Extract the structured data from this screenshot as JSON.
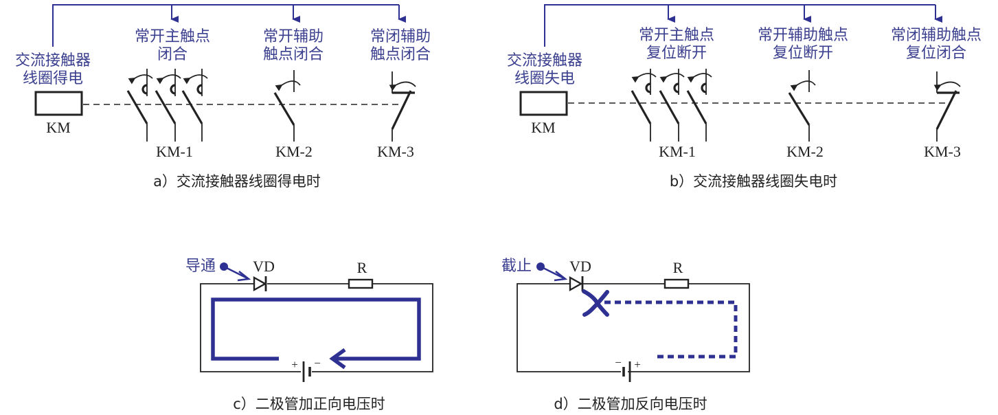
{
  "colors": {
    "accent_blue": "#2e3192",
    "label_blue": "#3b3f8f",
    "line_black": "#222222"
  },
  "panel_a": {
    "coil_label": [
      "交流接触器",
      "线圈得电"
    ],
    "coil_name": "KM",
    "contact_labels": [
      [
        "常开主触点",
        "闭合"
      ],
      [
        "常开辅助",
        "触点闭合"
      ],
      [
        "常闭辅助",
        "触点闭合"
      ]
    ],
    "contact_names": [
      "KM-1",
      "KM-2",
      "KM-3"
    ],
    "caption": "a）交流接触器线圈得电时"
  },
  "panel_b": {
    "coil_label": [
      "交流接触器",
      "线圈失电"
    ],
    "coil_name": "KM",
    "contact_labels": [
      [
        "常开主触点",
        "复位断开"
      ],
      [
        "常开辅助触点",
        "复位断开"
      ],
      [
        "常闭辅助触点",
        "复位闭合"
      ]
    ],
    "contact_names": [
      "KM-1",
      "KM-2",
      "KM-3"
    ],
    "caption": "b）交流接触器线圈失电时"
  },
  "panel_c": {
    "state_label": "导通",
    "diode_label": "VD",
    "resistor_label": "R",
    "battery_plus": "+",
    "battery_minus": "−",
    "caption": "c）二极管加正向电压时"
  },
  "panel_d": {
    "state_label": "截止",
    "diode_label": "VD",
    "resistor_label": "R",
    "battery_plus": "+",
    "battery_minus": "−",
    "caption": "d）二极管加反向电压时"
  }
}
